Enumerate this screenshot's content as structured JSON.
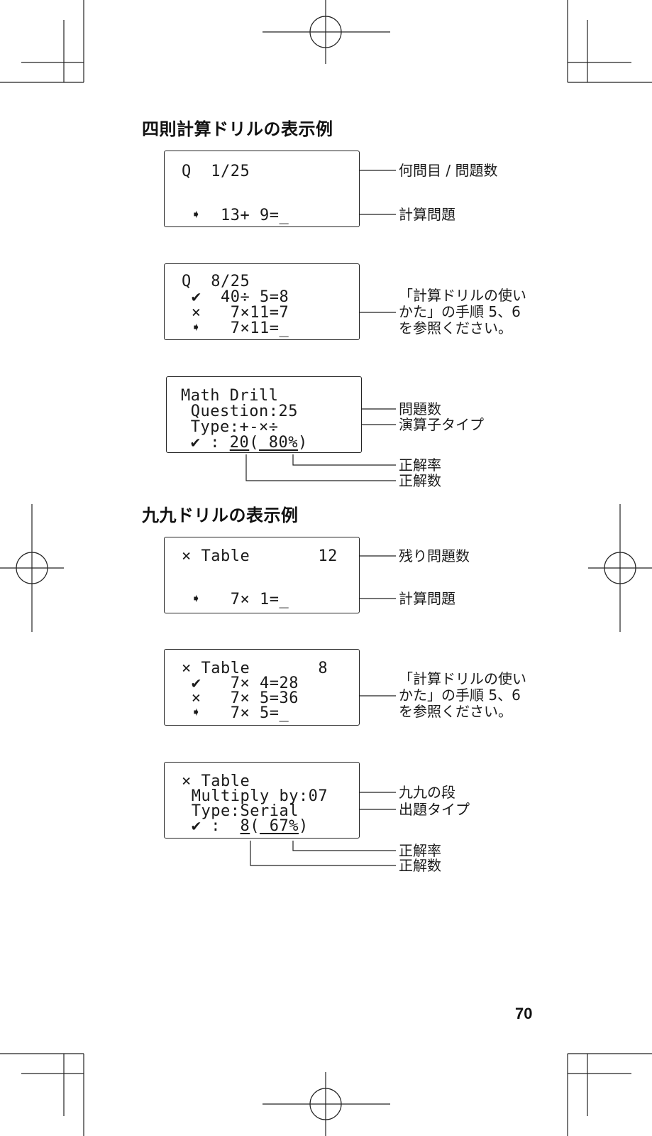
{
  "sections": [
    {
      "heading": "四則計算ドリルの表示例",
      "screens": [
        {
          "lines": [
            "Q  1/25",
            "",
            " ➧  13+ 9=_"
          ],
          "callouts": [
            "何問目 / 問題数",
            "計算問題"
          ]
        },
        {
          "lines": [
            "Q  8/25",
            " ✔  40÷ 5=8",
            " ×   7×11=7",
            " ➧   7×11=_"
          ],
          "callouts": [
            "「計算ドリルの使い\nかた」の手順 5、6\nを参照ください。"
          ]
        },
        {
          "lines": [
            "Math Drill",
            " Question:25",
            " Type:+-×÷",
            " ✔ : ",
            "20",
            "(",
            " 80%",
            ")"
          ],
          "callouts": [
            "問題数",
            "演算子タイプ",
            "正解率",
            "正解数"
          ]
        }
      ]
    },
    {
      "heading": "九九ドリルの表示例",
      "screens": [
        {
          "lines": [
            "× Table       12",
            "",
            " ➧   7× 1=_"
          ],
          "callouts": [
            "残り問題数",
            "計算問題"
          ]
        },
        {
          "lines": [
            "× Table       8",
            " ✔   7× 4=28",
            " ×   7× 5=36",
            " ➧   7× 5=_"
          ],
          "callouts": [
            "「計算ドリルの使い\nかた」の手順 5、6\nを参照ください。"
          ]
        },
        {
          "lines": [
            "× Table",
            " Multiply by:07",
            " Type:Serial",
            " ✔ :  ",
            "8",
            "(",
            " 67%",
            ")"
          ],
          "callouts": [
            "九九の段",
            "出題タイプ",
            "正解率",
            "正解数"
          ]
        }
      ]
    }
  ],
  "page_number": "70",
  "colors": {
    "ink": "#1a1a1a",
    "rule": "#222222",
    "background": "#ffffff"
  }
}
